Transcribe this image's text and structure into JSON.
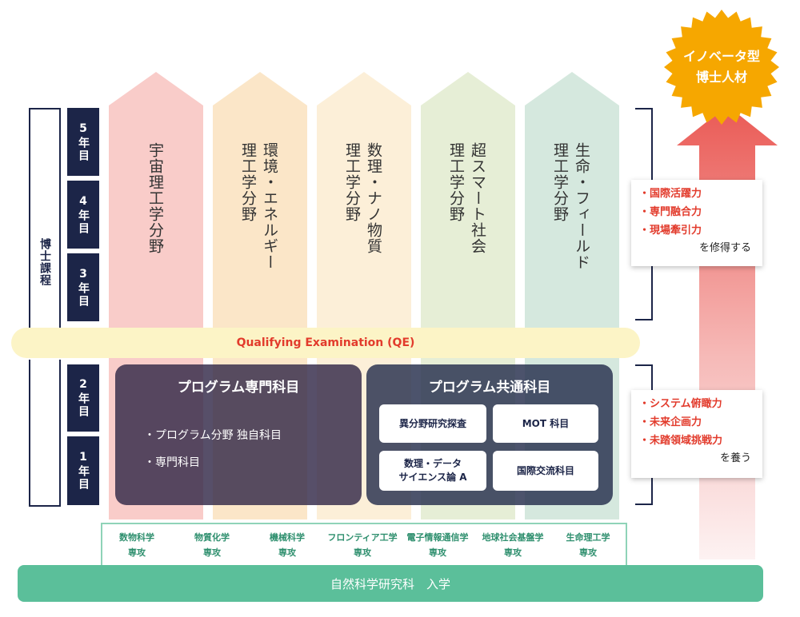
{
  "course_label": "博士課程",
  "years": [
    "5年目",
    "4年目",
    "3年目",
    "2年目",
    "1年目"
  ],
  "fields": [
    {
      "lines": [
        "宇宙理工学分野"
      ],
      "color": "#f9ccc9"
    },
    {
      "lines": [
        "環境・エネルギー",
        "理工学分野"
      ],
      "color": "#fbe6c8"
    },
    {
      "lines": [
        "数理・ナノ物質",
        "理工学分野"
      ],
      "color": "#fcefd8"
    },
    {
      "lines": [
        "超スマート社会",
        "理工学分野"
      ],
      "color": "#e6eed6"
    },
    {
      "lines": [
        "生命・フィールド",
        "理工学分野"
      ],
      "color": "#d5e8de"
    }
  ],
  "qe_label": "Qualifying Examination (QE)",
  "program_specialized": {
    "title": "プログラム専門科目",
    "items": [
      "・プログラム分野 独自科目",
      "・専門科目"
    ]
  },
  "program_common": {
    "title": "プログラム共通科目",
    "courses": [
      "異分野研究探査",
      "MOT 科目",
      "数理・データ\nサイエンス論 A",
      "国際交流科目"
    ]
  },
  "majors": [
    [
      "数物科学",
      "専攻"
    ],
    [
      "物質化学",
      "専攻"
    ],
    [
      "機械科学",
      "専攻"
    ],
    [
      "フロンティア工学",
      "専攻"
    ],
    [
      "電子情報通信学",
      "専攻"
    ],
    [
      "地球社会基盤学",
      "専攻"
    ],
    [
      "生命理工学",
      "専攻"
    ]
  ],
  "admission_label": "自然科学研究科　入学",
  "goal_badge": [
    "イノベータ型",
    "博士人材"
  ],
  "skills_upper": {
    "items": [
      "・国際活躍力",
      "・専門融合力",
      "・現場牽引力"
    ],
    "suffix": "を修得する"
  },
  "skills_lower": {
    "items": [
      "・システム俯瞰力",
      "・未来企画力",
      "・未踏領域挑戦力"
    ],
    "suffix": "を養う"
  },
  "colors": {
    "navy": "#1c2548",
    "teal": "#5bbf9a",
    "accent_red": "#e23b2c",
    "badge": "#f6a700",
    "qe_bg": "#fcf4c6"
  }
}
